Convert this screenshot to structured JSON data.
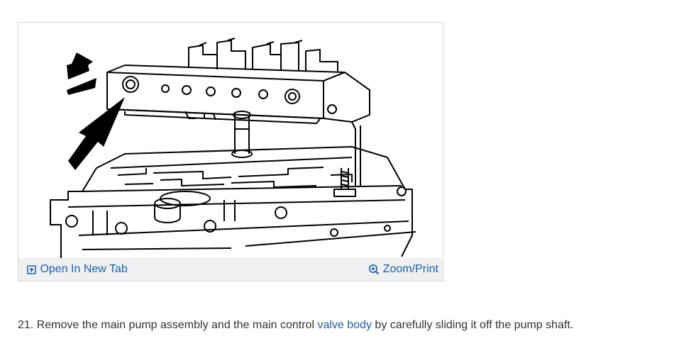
{
  "figure": {
    "open_tab_label": "Open In New Tab",
    "zoom_label": "Zoom/Print"
  },
  "step": {
    "number": "21.",
    "text_before": "Remove the main pump assembly and the main control",
    "link_text": "valve body",
    "text_after": "by carefully sliding it off the pump shaft."
  },
  "colors": {
    "link": "#1f5fa6",
    "text": "#333333",
    "toolbar_bg": "#eef0f2",
    "border": "#cfd5db"
  }
}
